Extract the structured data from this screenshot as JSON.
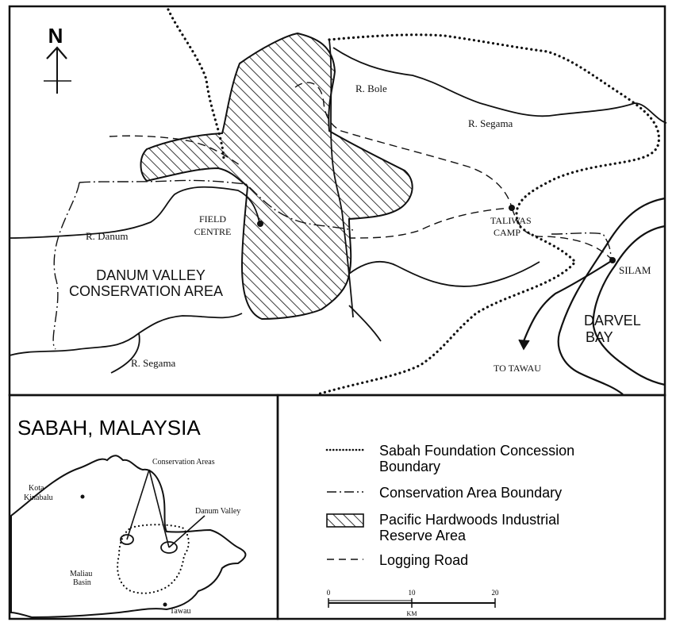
{
  "north_arrow": {
    "letter": "N"
  },
  "map": {
    "labels": {
      "r_bole": "R. Bole",
      "r_segama_ne": "R. Segama",
      "field_centre_1": "FIELD",
      "field_centre_2": "CENTRE",
      "r_danum": "R. Danum",
      "danum_valley_1": "DANUM VALLEY",
      "danum_valley_2": "CONSERVATION AREA",
      "taliwas_1": "TALIWAS",
      "taliwas_2": "CAMP",
      "silam": "SILAM",
      "darvel_1": "DARVEL",
      "darvel_2": "BAY",
      "r_segama_sw": "R. Segama",
      "to_tawau": "TO TAWAU"
    }
  },
  "inset": {
    "title": "SABAH, MALAYSIA",
    "labels": {
      "conservation_areas": "Conservation Areas",
      "kota_1": "Kota",
      "kota_2": "Kinabalu",
      "danum_valley": "Danum Valley",
      "maliau_1": "Maliau",
      "maliau_2": "Basin",
      "tawau": "Tawau"
    }
  },
  "legend": {
    "items": [
      {
        "line1": "Sabah Foundation Concession",
        "line2": "Boundary"
      },
      {
        "line1": "Conservation Area Boundary",
        "line2": ""
      },
      {
        "line1": "Pacific Hardwoods Industrial",
        "line2": "Reserve Area"
      },
      {
        "line1": "Logging Road",
        "line2": ""
      }
    ],
    "scale": {
      "ticks": [
        "0",
        "10",
        "20"
      ],
      "unit": "KM"
    }
  }
}
